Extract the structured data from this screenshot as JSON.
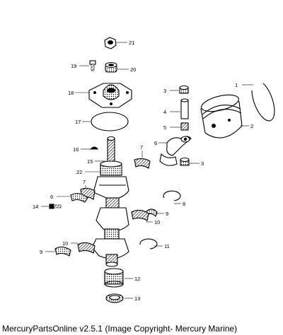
{
  "footer": {
    "text": "MercuryPartsOnline v2.5.1 (Image Copyright- Mercury Marine)"
  },
  "callouts": {
    "c1": "1",
    "c2": "2",
    "c3a": "3",
    "c3b": "3",
    "c4": "4",
    "c5": "5",
    "c6a": "6",
    "c6b": "6",
    "c7a": "7",
    "c7b": "7",
    "c8": "8",
    "c9a": "9",
    "c9b": "9",
    "c10a": "10",
    "c10b": "10",
    "c11": "11",
    "c12": "12",
    "c13": "13",
    "c14": "14",
    "c15": "15",
    "c16": "16",
    "c17": "17",
    "c18": "18",
    "c19": "19",
    "c20": "20",
    "c21": "21",
    "c22": "22"
  }
}
